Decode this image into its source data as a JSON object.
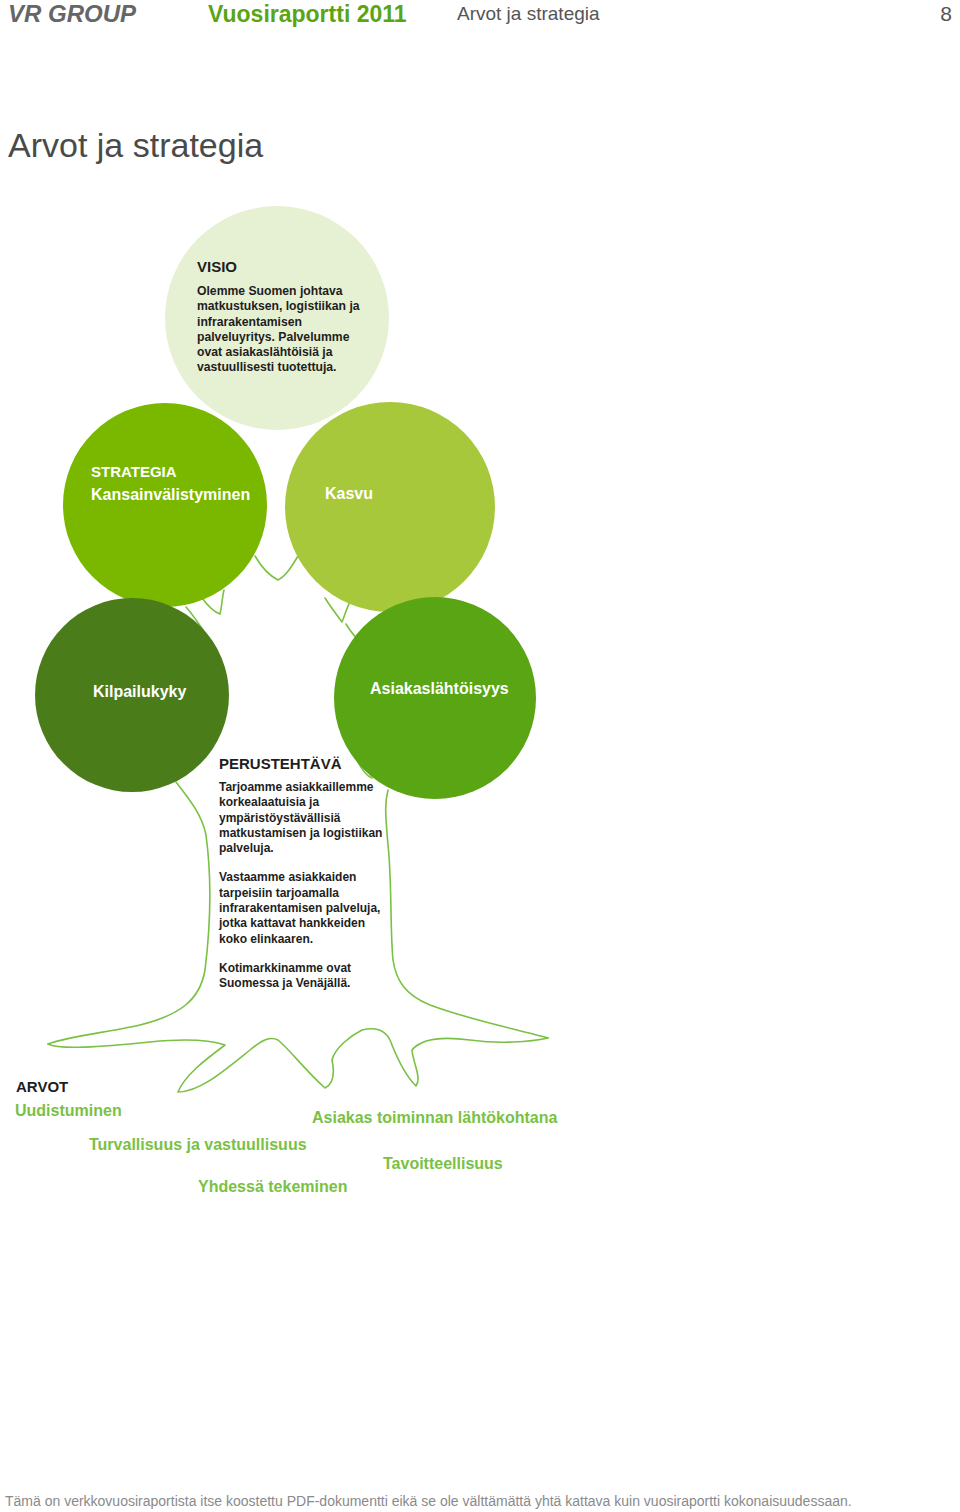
{
  "diagram": {
    "title": "Arvot ja strategia",
    "nodes": [
      {
        "text": [
          "VISIO",
          "Olemme Suomen johtava matkustuksen, logistiikan ja infrarakentamisen palveluyritys. Palvelumme ovat asiakaslähtöisiä ja vastuullisesti tuotettuja."
        ]
      },
      {
        "text": [
          "STRATEGIA",
          "Kansainvälistyminen"
        ]
      },
      {
        "text": [
          "Kasvu"
        ]
      },
      {
        "text": [
          "Kilpailukyky"
        ]
      },
      {
        "text": [
          "Asiakaslähtöisyys"
        ]
      },
      {
        "text": [
          "PERUSTEHTÄVÄ",
          "Tarjoamme asiakkaillemme korkealaatuisia ja ympäristöystävällisiä matkustamisen ja logistiikan palveluja.",
          "Vastaamme asiakkaiden tarpeisiin tarjoamalla infrarakentamisen palveluja, jotka kattavat hankkeiden koko elinkaaren.",
          "Kotimarkkinamme ovat Suomessa ja Venäjällä."
        ]
      }
    ],
    "labels": [
      "VR GROUP",
      "Vuosiraportti 2011",
      "Arvot ja strategia",
      "8",
      "ARVOT",
      "Uudistuminen",
      "Asiakas toiminnan lähtökohtana",
      "Turvallisuus ja vastuullisuus",
      "Tavoitteellisuus",
      "Yhdessä tekeminen",
      "Tämä on verkkovuosiraportista itse koostettu PDF-dokumentti eikä se ole välttämättä yhtä kattava kuin vuosiraportti kokonaisuudessaan."
    ]
  }
}
